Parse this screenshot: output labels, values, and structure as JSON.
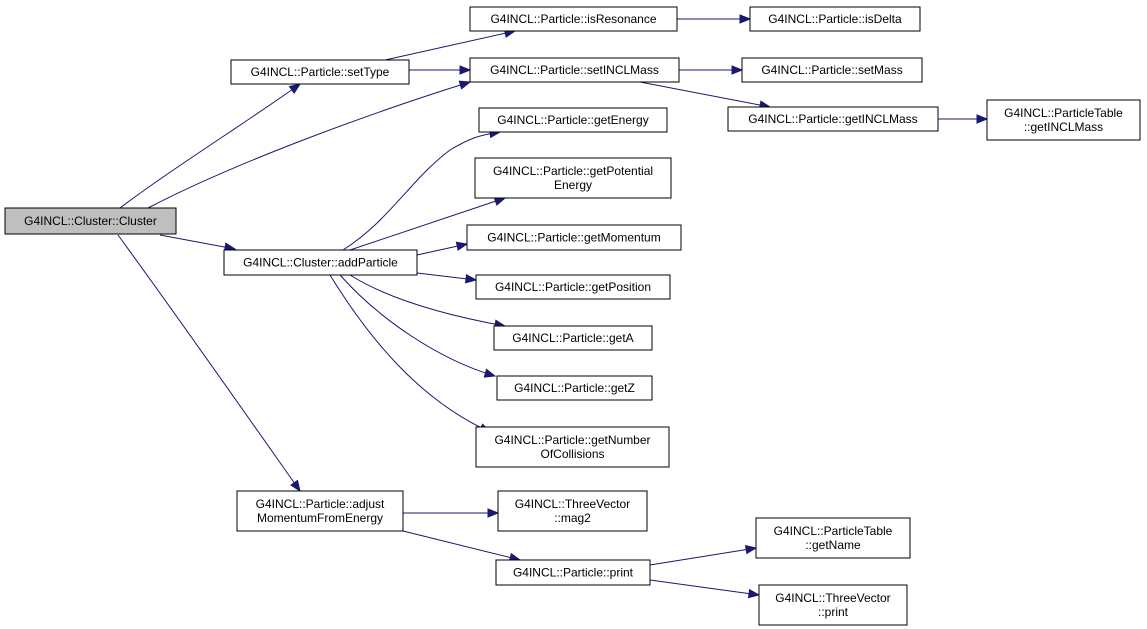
{
  "colors": {
    "edge": "#191970",
    "root_fill": "#bfbfbf",
    "node_fill": "#ffffff",
    "border": "#000000"
  },
  "nodes": {
    "cluster_ctor": {
      "lines": [
        "G4INCL::Cluster::Cluster"
      ],
      "root": true
    },
    "settype": {
      "lines": [
        "G4INCL::Particle::setType"
      ]
    },
    "isresonance": {
      "lines": [
        "G4INCL::Particle::isResonance"
      ]
    },
    "isdelta": {
      "lines": [
        "G4INCL::Particle::isDelta"
      ]
    },
    "setinclmass": {
      "lines": [
        "G4INCL::Particle::setINCLMass"
      ]
    },
    "setmass": {
      "lines": [
        "G4INCL::Particle::setMass"
      ]
    },
    "getinclmass": {
      "lines": [
        "G4INCL::Particle::getINCLMass"
      ]
    },
    "pt_getinclmass": {
      "lines": [
        "G4INCL::ParticleTable",
        "::getINCLMass"
      ]
    },
    "getenergy": {
      "lines": [
        "G4INCL::Particle::getEnergy"
      ]
    },
    "getpotential": {
      "lines": [
        "G4INCL::Particle::getPotential",
        "Energy"
      ]
    },
    "addparticle": {
      "lines": [
        "G4INCL::Cluster::addParticle"
      ]
    },
    "getmomentum": {
      "lines": [
        "G4INCL::Particle::getMomentum"
      ]
    },
    "getposition": {
      "lines": [
        "G4INCL::Particle::getPosition"
      ]
    },
    "geta": {
      "lines": [
        "G4INCL::Particle::getA"
      ]
    },
    "getz": {
      "lines": [
        "G4INCL::Particle::getZ"
      ]
    },
    "getnumber": {
      "lines": [
        "G4INCL::Particle::getNumber",
        "OfCollisions"
      ]
    },
    "adjust": {
      "lines": [
        "G4INCL::Particle::adjust",
        "MomentumFromEnergy"
      ]
    },
    "mag2": {
      "lines": [
        "G4INCL::ThreeVector",
        "::mag2"
      ]
    },
    "print": {
      "lines": [
        "G4INCL::Particle::print"
      ]
    },
    "getname": {
      "lines": [
        "G4INCL::ParticleTable",
        "::getName"
      ]
    },
    "tv_print": {
      "lines": [
        "G4INCL::ThreeVector",
        "::print"
      ]
    }
  },
  "edges": [
    {
      "from": "cluster_ctor",
      "to": "settype"
    },
    {
      "from": "cluster_ctor",
      "to": "setinclmass"
    },
    {
      "from": "cluster_ctor",
      "to": "addparticle"
    },
    {
      "from": "cluster_ctor",
      "to": "adjust"
    },
    {
      "from": "settype",
      "to": "isresonance"
    },
    {
      "from": "settype",
      "to": "setinclmass"
    },
    {
      "from": "isresonance",
      "to": "isdelta"
    },
    {
      "from": "setinclmass",
      "to": "setmass"
    },
    {
      "from": "setinclmass",
      "to": "getinclmass"
    },
    {
      "from": "getinclmass",
      "to": "pt_getinclmass"
    },
    {
      "from": "addparticle",
      "to": "getenergy"
    },
    {
      "from": "addparticle",
      "to": "getpotential"
    },
    {
      "from": "addparticle",
      "to": "getmomentum"
    },
    {
      "from": "addparticle",
      "to": "getposition"
    },
    {
      "from": "addparticle",
      "to": "geta"
    },
    {
      "from": "addparticle",
      "to": "getz"
    },
    {
      "from": "addparticle",
      "to": "getnumber"
    },
    {
      "from": "adjust",
      "to": "mag2"
    },
    {
      "from": "adjust",
      "to": "print"
    },
    {
      "from": "print",
      "to": "getname"
    },
    {
      "from": "print",
      "to": "tv_print"
    }
  ]
}
